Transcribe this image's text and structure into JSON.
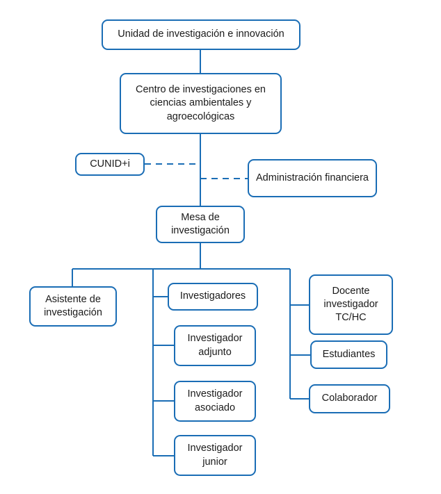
{
  "diagram": {
    "title_text": "",
    "colors": {
      "border": "#1a6db5",
      "connector": "#1a6db5",
      "text": "#1a1a1a",
      "background": "#ffffff"
    },
    "nodes": {
      "unidad": {
        "label": "Unidad de investigación e innovación"
      },
      "centro": {
        "label": "Centro de investigaciones en ciencias ambientales y agroecológicas"
      },
      "cunid": {
        "label": "CUNID+i"
      },
      "administracion": {
        "label": "Administración financiera"
      },
      "mesa": {
        "label": "Mesa de investigación"
      },
      "asistente": {
        "label": "Asistente de investigación"
      },
      "investigadores": {
        "label": "Investigadores"
      },
      "investigador_adjunto": {
        "label": "Investigador adjunto"
      },
      "investigador_asociado": {
        "label": "Investigador asociado"
      },
      "investigador_junior": {
        "label": "Investigador junior"
      },
      "docente": {
        "label": "Docente investigador TC/HC"
      },
      "estudiantes": {
        "label": "Estudiantes"
      },
      "colaborador": {
        "label": "Colaborador"
      }
    }
  }
}
